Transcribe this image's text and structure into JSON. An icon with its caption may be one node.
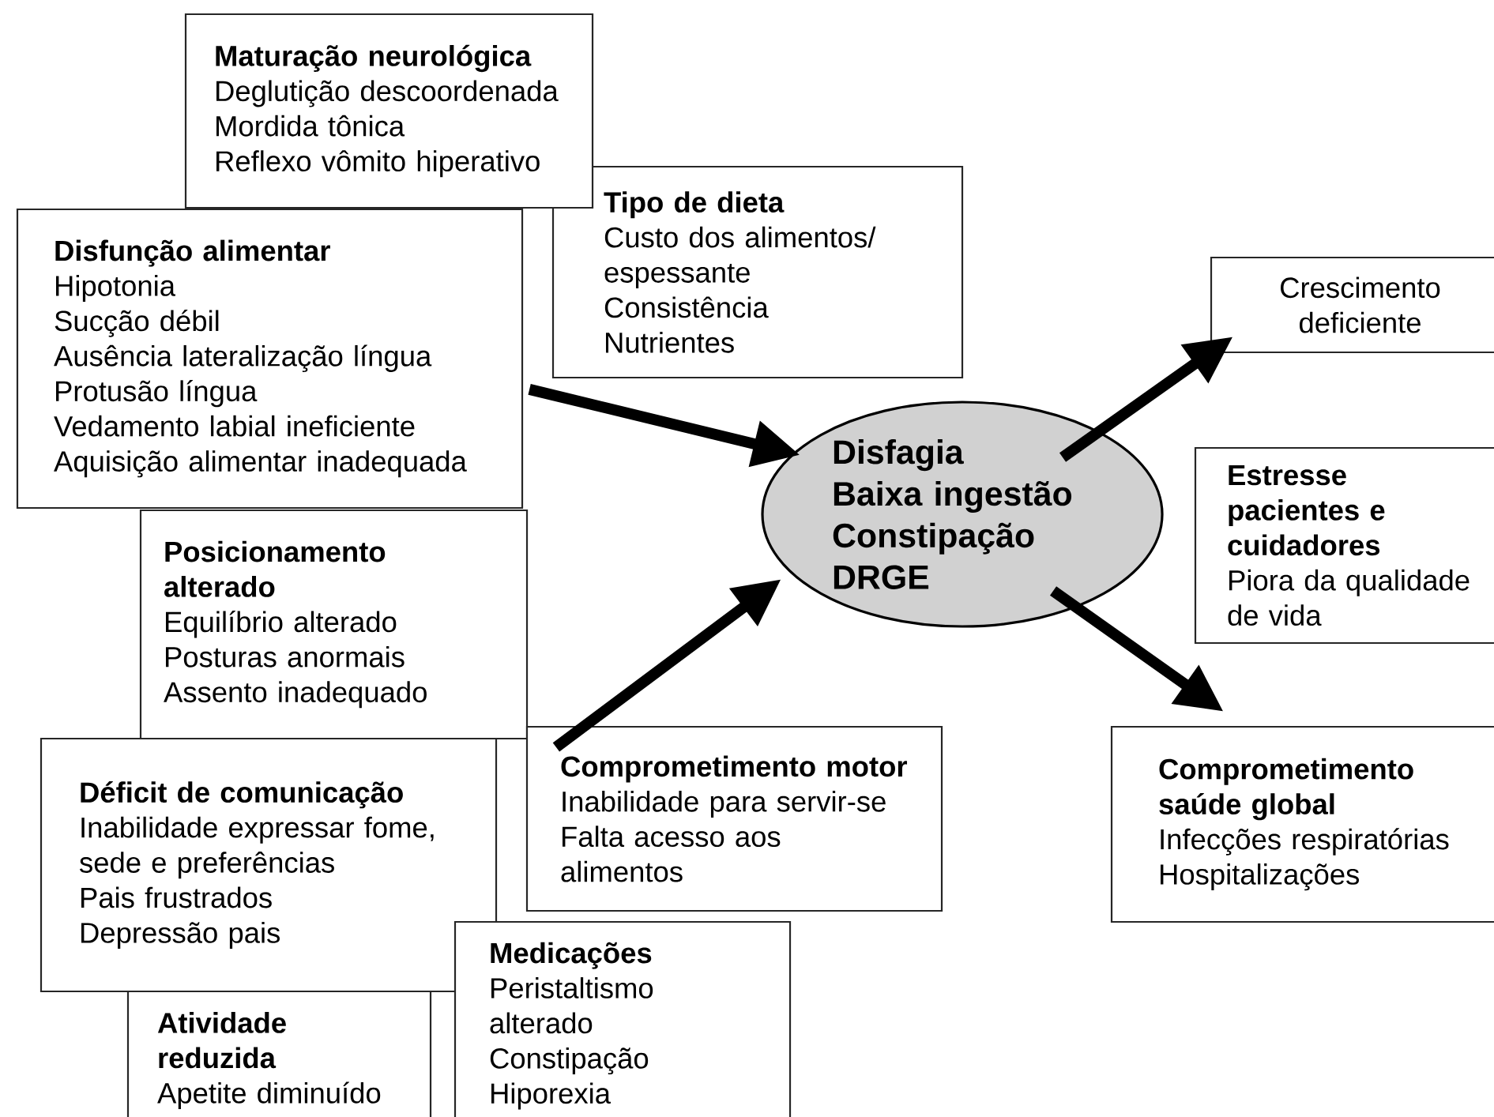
{
  "diagram": {
    "nodes": [
      {
        "text": [
          "Maturação neurológica",
          "Deglutição descoordenada",
          "Mordida tônica",
          "Reflexo vômito hiperativo"
        ]
      },
      {
        "text": [
          "Tipo de dieta",
          "Custo dos alimentos/ espessante",
          "Consistência",
          "Nutrientes"
        ]
      },
      {
        "text": [
          "Disfunção alimentar",
          "Hipotonia",
          "Sucção débil",
          "Ausência lateralização língua",
          "Protusão língua",
          "Vedamento labial ineficiente",
          "Aquisição alimentar inadequada"
        ]
      },
      {
        "text": [
          "Posicionamento alterado",
          "Equilíbrio alterado",
          "Posturas anormais",
          "Assento inadequado"
        ]
      },
      {
        "text": [
          "Déficit de comunicação",
          "Inabilidade expressar fome, sede e preferências",
          "Pais frustrados",
          "Depressão pais"
        ]
      },
      {
        "text": [
          "Comprometimento motor",
          "Inabilidade para servir-se",
          "Falta acesso aos alimentos"
        ]
      },
      {
        "text": [
          "Medicações",
          "Peristaltismo alterado",
          "Constipação",
          "Hiporexia"
        ]
      },
      {
        "text": [
          "Atividade reduzida",
          "Apetite diminuído"
        ]
      },
      {
        "text": [
          "Disfagia",
          "Baixa ingestão",
          "Constipação",
          "DRGE"
        ]
      },
      {
        "text": [
          "Crescimento deficiente"
        ]
      },
      {
        "text": [
          "Estresse pacientes e cuidadores",
          "Piora da qualidade de vida"
        ]
      },
      {
        "text": [
          "Comprometimento saúde global",
          "Infecções respiratórias",
          "Hospitalizações"
        ]
      }
    ],
    "edges": [
      {
        "from": 2,
        "to": 8,
        "arrow": "to"
      },
      {
        "from": 5,
        "to": 8,
        "arrow": "to"
      },
      {
        "from": 8,
        "to": 9,
        "arrow": "to"
      },
      {
        "from": 8,
        "to": 11,
        "arrow": "to"
      }
    ]
  }
}
